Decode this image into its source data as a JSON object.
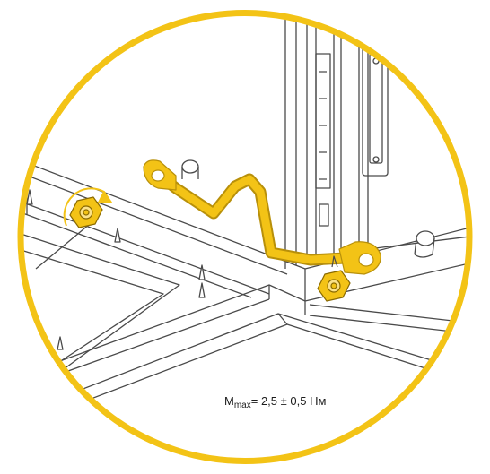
{
  "illustration": {
    "colors": {
      "ring": "#f3c316",
      "wire": "#f3c316",
      "wire_outline": "#b8900a",
      "line": "#4a4a4a",
      "panel_fill": "#ffffff",
      "background": "#ffffff"
    },
    "icons": [
      "grounding-wire",
      "nut-icon",
      "rotation-arrow-icon",
      "threaded-stud-icon"
    ]
  },
  "torque_label": {
    "symbol": "M",
    "subscript": "max",
    "value": "= 2,5 ± 0,5 Нм"
  }
}
